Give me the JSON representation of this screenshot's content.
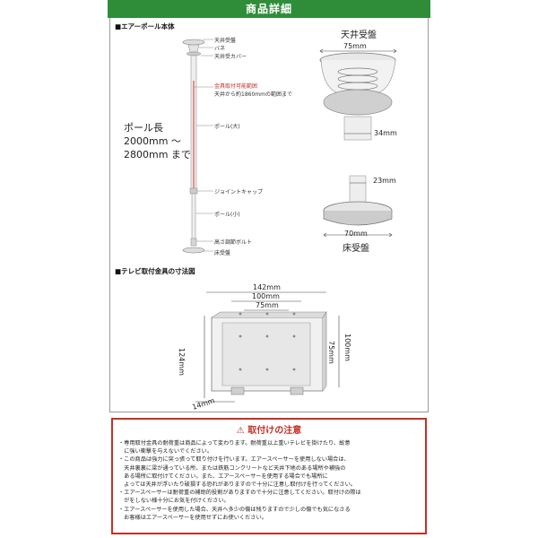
{
  "header": {
    "title": "商品詳細"
  },
  "section1": {
    "title": "■エアーポール本体",
    "parts": {
      "ceiling_plate": "天井受盤",
      "spring": "バネ",
      "ceiling_cover": "天井受カバー",
      "mount_range_line1": "金具取付可能範囲",
      "mount_range_line2": "天井から約1860mmの範囲まで",
      "pole_large": "ポール(大)",
      "joint_cap": "ジョイントキャップ",
      "pole_small": "ポール(小)",
      "height_bolt": "高さ調節ボルト",
      "floor_plate": "床受盤"
    },
    "pole_length_line1": "ポール長",
    "pole_length_line2": "2000mm 〜",
    "pole_length_line3": "2800mm まで"
  },
  "ceiling_detail": {
    "title": "天井受盤",
    "width": "75mm",
    "pole": "34mm"
  },
  "floor_detail": {
    "pole": "23mm",
    "width": "70mm",
    "title": "床受盤"
  },
  "section2": {
    "title": "■テレビ取付金具の寸法図",
    "dims": {
      "w142": "142mm",
      "w100": "100mm",
      "w75": "75mm",
      "h124": "124mm",
      "h100": "100mm",
      "h75": "75mm",
      "d14": "14mm"
    }
  },
  "caution": {
    "title": "取付けの注意",
    "icon": "warning-icon",
    "lines": [
      "・専用取付金具の耐荷重は商品によって変わります。耐荷重以上重いテレビを掛けたり、故意",
      "　に強い衝撃を与えないでください。",
      "・この商品は強力に突っ張って取り付けを行います。エアースペーサーを使用しない場合は、",
      "　天井裏裏に梁が通っている所、または鉄筋コンクリートなど天井下地のある場所や補強の",
      "　ある場所に取付けてください。また、エアースペーサーを使用する場合でも場所に",
      "　よっては天井が浮いたり破損する恐れがありますので十分に注意し取付けを行ってください。",
      "・エアースペーサーは耐荷重の補助的役割がありますので十分に注意してください。取付けの際は",
      "　がをしない様十分にお気を付けください。",
      "・エアースペーサーを使用した場合、天井へ多少の傷は残りますので少しの傷でも気になさる",
      "　お客様はエアースペーサーを使用せずにお使いください。"
    ]
  },
  "colors": {
    "header_bg": "#2f8d3a",
    "caution_red": "#c43027",
    "pole_red": "#d9534f"
  }
}
